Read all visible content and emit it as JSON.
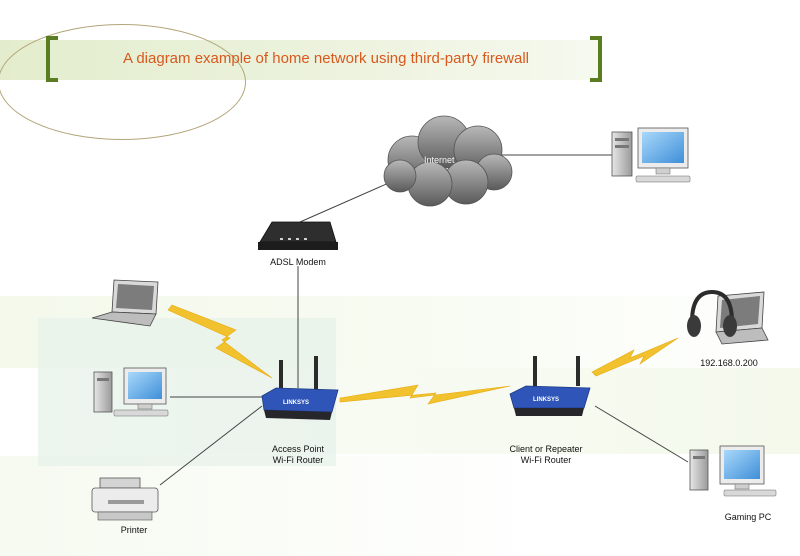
{
  "title": "A diagram example of home network using third-party firewall",
  "nodes": {
    "internet": "Internet",
    "adsl_modem": "ADSL Modem",
    "access_point": [
      "Access Point",
      "Wi-Fi Router"
    ],
    "client_router": [
      "Client or Repeater",
      "Wi-Fi Router"
    ],
    "laptop_ip": "192.168.0.200",
    "printer": "Printer",
    "gaming_pc": "Gaming PC"
  },
  "router_brand": "LINKSYS",
  "colors": {
    "title_text": "#d9591d",
    "bracket": "#5a7d22",
    "wireless": "#f2c12e",
    "router_body": "#2f55b8",
    "cloud": "#8c8c8c",
    "monitor_screen": "#6fb6ef"
  }
}
